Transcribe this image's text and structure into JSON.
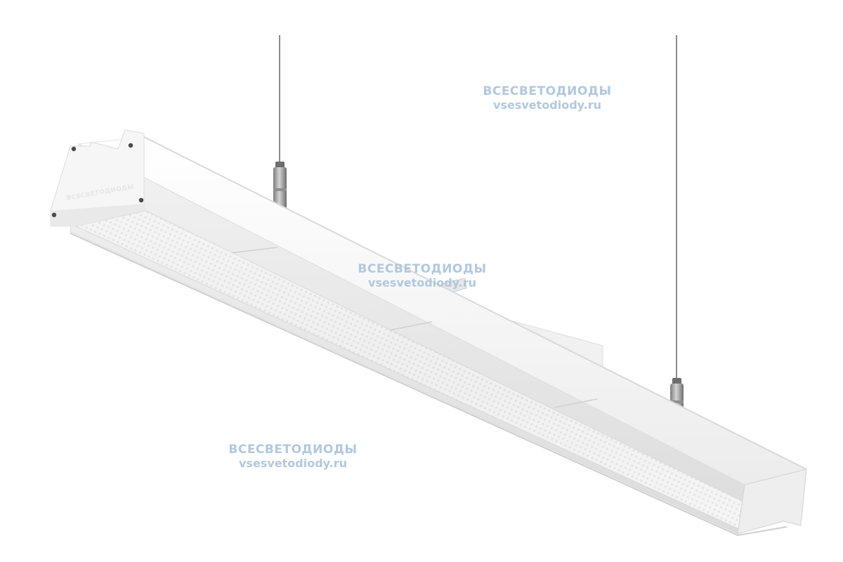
{
  "watermarks": {
    "top": {
      "line1": "ВСЕСВЕТОДИОДЫ",
      "line2": "vsesvetodiody.ru"
    },
    "middle": {
      "line1": "ВСЕСВЕТОДИОДЫ",
      "line2": "vsesvetodiody.ru"
    },
    "bottom": {
      "line1": "ВСЕСВЕТОДИОДЫ",
      "line2": "vsesvetodiody.ru"
    }
  },
  "product": {
    "endcap_brand": "ВСЕСВЕТОДИОДЫ"
  },
  "colors": {
    "background": "#ffffff",
    "housing": "#f4f4f4",
    "watermark": "#a9c3dc",
    "cable": "#8a8a8a",
    "mount_metal": "#9c9c9c"
  },
  "icons": [
    "suspension-cable",
    "cable-gripper",
    "led-panel",
    "mounting-bracket",
    "screw"
  ]
}
